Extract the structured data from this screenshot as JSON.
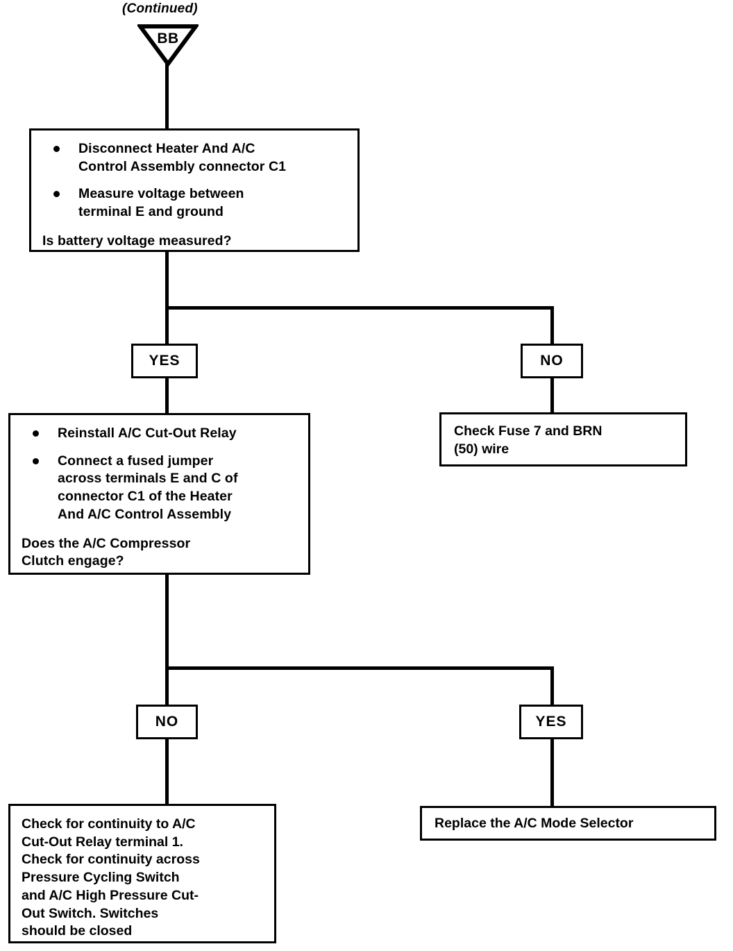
{
  "page": {
    "continued_label": "(Continued)",
    "connector": {
      "shape": "inverted-triangle",
      "label": "BB"
    }
  },
  "nodes": {
    "step1": {
      "bullets": [
        "Disconnect Heater And A/C\nControl Assembly connector C1",
        "Measure voltage between\nterminal E and ground"
      ],
      "question": "Is battery voltage measured?"
    },
    "step2": {
      "bullets": [
        "Reinstall A/C Cut-Out Relay",
        "Connect a fused jumper\nacross terminals E and C of\nconnector C1 of the Heater\nAnd A/C Control Assembly"
      ],
      "question": "Does the A/C Compressor\nClutch engage?"
    },
    "fuse_check": {
      "text": "Check Fuse 7 and BRN\n(50) wire"
    },
    "continuity_check": {
      "text": "Check for continuity to A/C\nCut-Out Relay terminal 1.\nCheck for continuity across\nPressure Cycling Switch\nand A/C High Pressure Cut-\nOut Switch. Switches\nshould be closed"
    },
    "replace_selector": {
      "text": "Replace the A/C Mode Selector"
    }
  },
  "branches": {
    "row1_left": "YES",
    "row1_right": "NO",
    "row2_left": "NO",
    "row2_right": "YES"
  },
  "colors": {
    "ink": "#000000",
    "paper": "#ffffff"
  }
}
